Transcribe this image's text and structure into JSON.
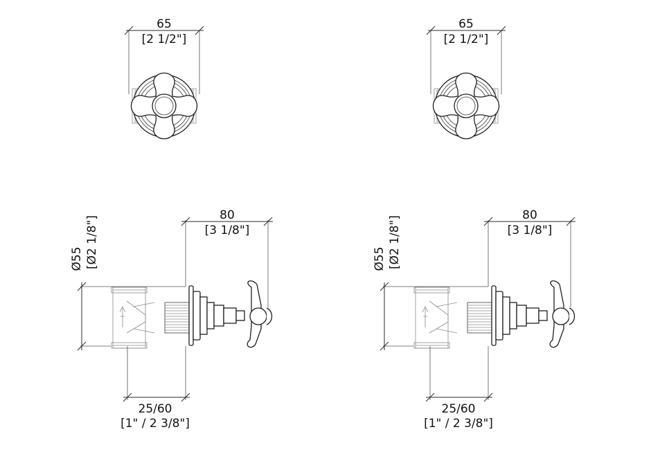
{
  "views": [
    {
      "front": {
        "width": {
          "mm": "65",
          "inch": "[2 1/2\"]"
        }
      },
      "side": {
        "diameter": {
          "mm": "Ø55",
          "inch": "[Ø2 1/8\"]"
        },
        "projection": {
          "mm": "80",
          "inch": "[3 1/8\"]"
        },
        "depth": {
          "mm": "25/60",
          "inch": "[1\" / 2 3/8\"]"
        }
      }
    },
    {
      "front": {
        "width": {
          "mm": "65",
          "inch": "[2 1/2\"]"
        }
      },
      "side": {
        "diameter": {
          "mm": "Ø55",
          "inch": "[Ø2 1/8\"]"
        },
        "projection": {
          "mm": "80",
          "inch": "[3 1/8\"]"
        },
        "depth": {
          "mm": "25/60",
          "inch": "[1\" / 2 3/8\"]"
        }
      }
    }
  ],
  "colors": {
    "line": "#1e1e1e",
    "dimension": "#2a2a2a",
    "background": "#ffffff"
  }
}
